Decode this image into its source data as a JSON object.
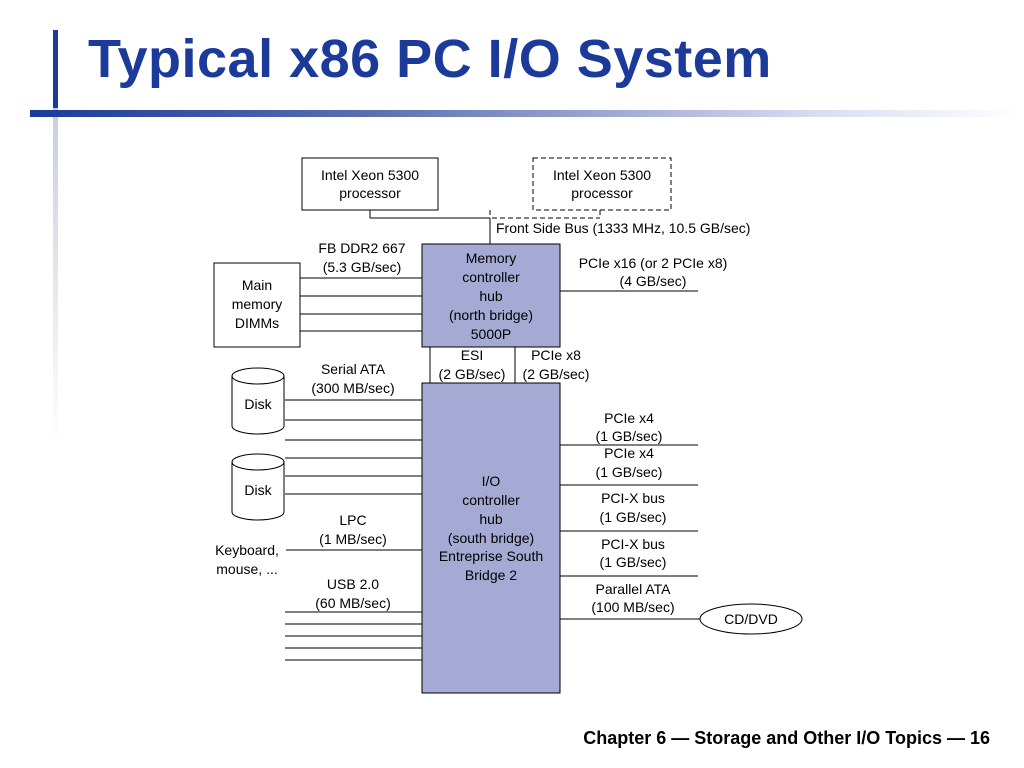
{
  "slide": {
    "title": "Typical x86 PC I/O System",
    "footer": "Chapter 6 — Storage and Other I/O Topics — 16"
  },
  "colors": {
    "accent": "#1b3a9a",
    "hub_fill": "#a4aad3"
  },
  "diagram": {
    "cpu1": [
      "Intel Xeon 5300",
      "processor"
    ],
    "cpu2": [
      "Intel Xeon 5300",
      "processor"
    ],
    "fsb": "Front Side Bus (1333 MHz, 10.5 GB/sec)",
    "north": [
      "Memory",
      "controller",
      "hub",
      "(north bridge)",
      "5000P"
    ],
    "memory": [
      "Main",
      "memory",
      "DIMMs"
    ],
    "fbddr": [
      "FB DDR2 667",
      "(5.3 GB/sec)"
    ],
    "pcie16": [
      "PCIe x16 (or 2 PCIe x8)",
      "(4 GB/sec)"
    ],
    "esi": [
      "ESI",
      "(2 GB/sec)"
    ],
    "pcie8": [
      "PCIe x8",
      "(2 GB/sec)"
    ],
    "south": [
      "I/O",
      "controller",
      "hub",
      "(south bridge)",
      "Entreprise South",
      "Bridge 2"
    ],
    "sata": [
      "Serial ATA",
      "(300 MB/sec)"
    ],
    "disk1": "Disk",
    "disk2": "Disk",
    "lpc": [
      "LPC",
      "(1 MB/sec)"
    ],
    "keyboard": [
      "Keyboard,",
      "mouse, ..."
    ],
    "usb": [
      "USB 2.0",
      "(60 MB/sec)"
    ],
    "pcie4a": [
      "PCIe x4",
      "(1 GB/sec)"
    ],
    "pcie4b": [
      "PCIe x4",
      "(1 GB/sec)"
    ],
    "pcixa": [
      "PCI-X bus",
      "(1 GB/sec)"
    ],
    "pcixb": [
      "PCI-X bus",
      "(1 GB/sec)"
    ],
    "pata": [
      "Parallel ATA",
      "(100 MB/sec)"
    ],
    "cddvd": "CD/DVD"
  }
}
